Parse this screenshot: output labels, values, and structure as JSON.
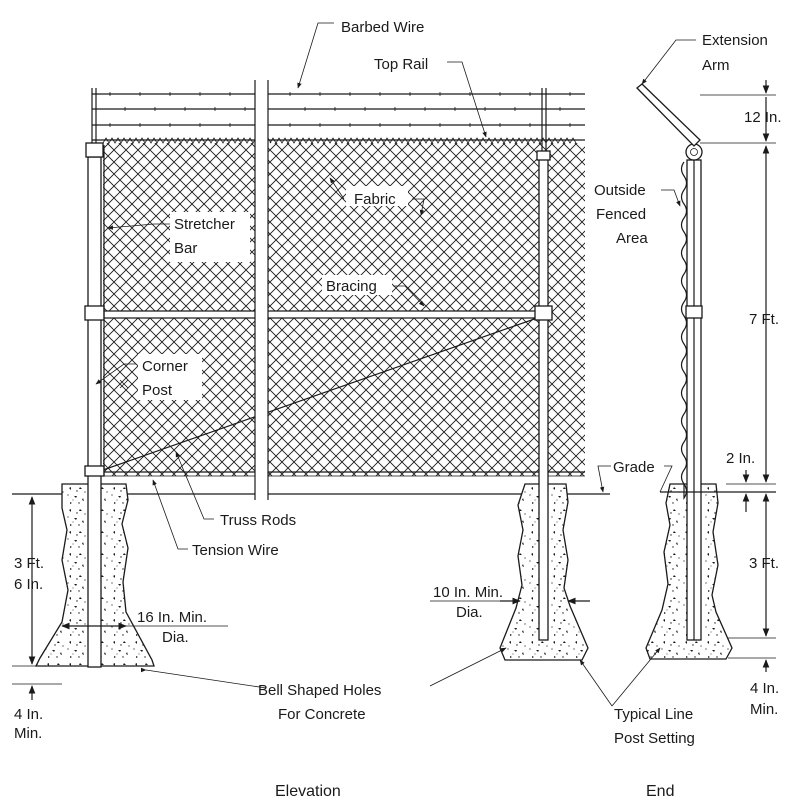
{
  "labels": {
    "barbed_wire": "Barbed Wire",
    "top_rail": "Top Rail",
    "fabric": "Fabric",
    "stretcher": "Stretcher",
    "bar": "Bar",
    "bracing": "Bracing",
    "corner": "Corner",
    "post": "Post",
    "truss_rods": "Truss Rods",
    "tension_wire": "Tension Wire",
    "ft3_line1": "3 Ft.",
    "ft3_line2": "6 In.",
    "min16_line1": "16 In. Min.",
    "min16_line2": "Dia.",
    "min10_line1": "10 In. Min.",
    "min10_line2": "Dia.",
    "grade": "Grade",
    "bell_line1": "Bell Shaped Holes",
    "bell_line2": "For Concrete",
    "in4_left_line1": "4 In.",
    "in4_left_line2": "Min.",
    "typical_line1": "Typical Line",
    "typical_line2": "Post Setting",
    "extension": "Extension",
    "arm": "Arm",
    "in12": "12 In.",
    "outside": "Outside",
    "fenced": "Fenced",
    "area": "Area",
    "ft7": "7 Ft.",
    "in2": "2 In.",
    "ft3_end": "3 Ft.",
    "in4_right_line1": "4 In.",
    "in4_right_line2": "Min."
  },
  "views": {
    "elevation": "Elevation",
    "end": "End"
  },
  "colors": {
    "ink": "#1a1a1a",
    "background": "#ffffff"
  }
}
